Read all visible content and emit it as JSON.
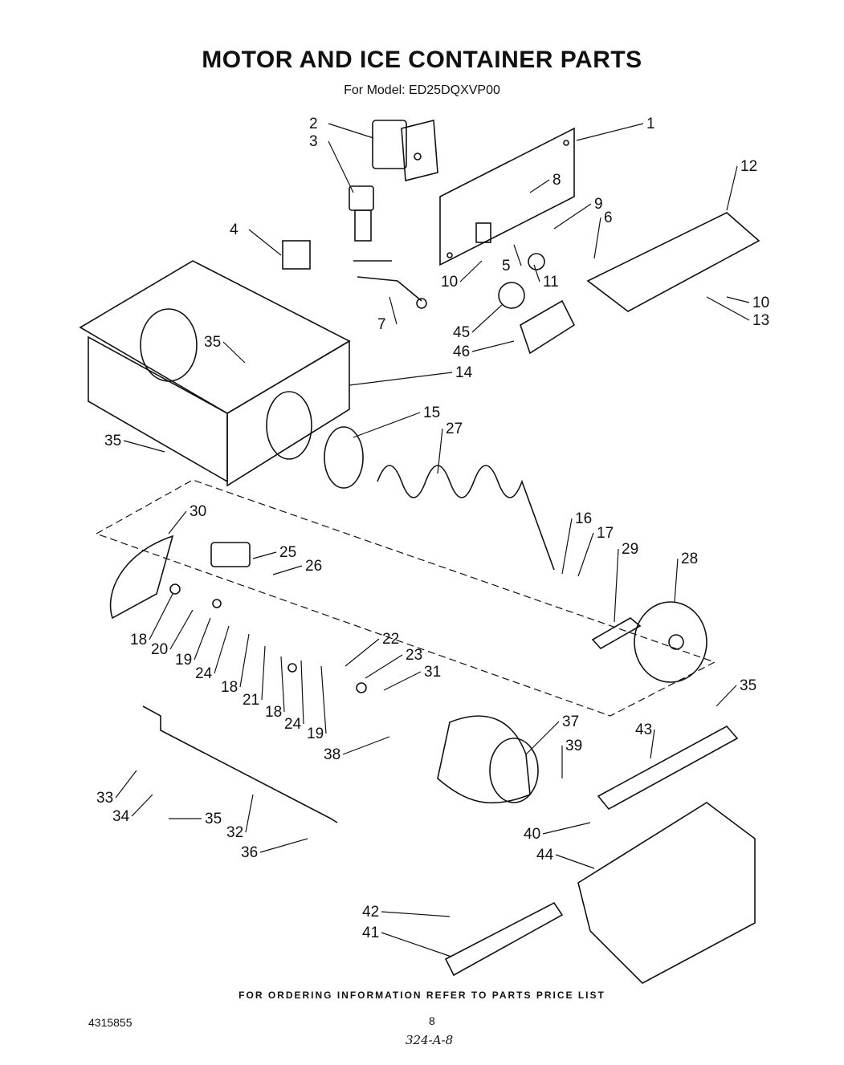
{
  "title": "MOTOR AND ICE CONTAINER PARTS",
  "subtitle": "For Model: ED25DQXVP00",
  "footer": "FOR ORDERING INFORMATION REFER TO PARTS PRICE LIST",
  "document_number": "4315855",
  "page_number": "8",
  "handwritten_note": "324-A-8",
  "callouts": [
    "1",
    "2",
    "3",
    "8",
    "12",
    "9",
    "6",
    "4",
    "10",
    "5",
    "11",
    "10",
    "13",
    "7",
    "45",
    "46",
    "35",
    "14",
    "15",
    "27",
    "35",
    "30",
    "25",
    "26",
    "16",
    "17",
    "29",
    "28",
    "18",
    "20",
    "19",
    "24",
    "18",
    "21",
    "18",
    "24",
    "19",
    "22",
    "23",
    "31",
    "35",
    "37",
    "39",
    "43",
    "38",
    "33",
    "34",
    "35",
    "32",
    "36",
    "40",
    "44",
    "42",
    "41"
  ]
}
